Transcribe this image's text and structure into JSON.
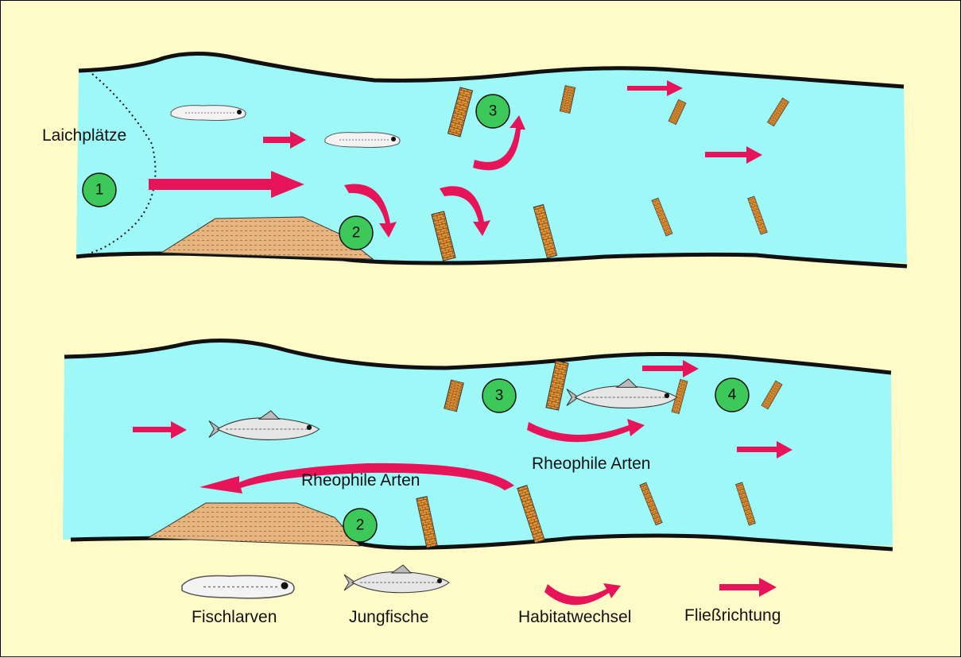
{
  "labels": {
    "spawning_grounds": "Laichplätze",
    "rheophile_1": "Rheophile Arten",
    "rheophile_2": "Rheophile Arten"
  },
  "markers": {
    "top": [
      "1",
      "2",
      "3"
    ],
    "bottom": [
      "2",
      "3",
      "4"
    ]
  },
  "legend": {
    "larvae": "Fischlarven",
    "juveniles": "Jungfische",
    "habitat_change": "Habitatwechsel",
    "flow_direction": "Fließrichtung"
  },
  "colors": {
    "background": "#fffbc8",
    "water": "#9ff8f8",
    "marker": "#3cc95a",
    "arrow": "#e8145a",
    "sandbank": "#e7b680",
    "groyne": "#e39535"
  }
}
